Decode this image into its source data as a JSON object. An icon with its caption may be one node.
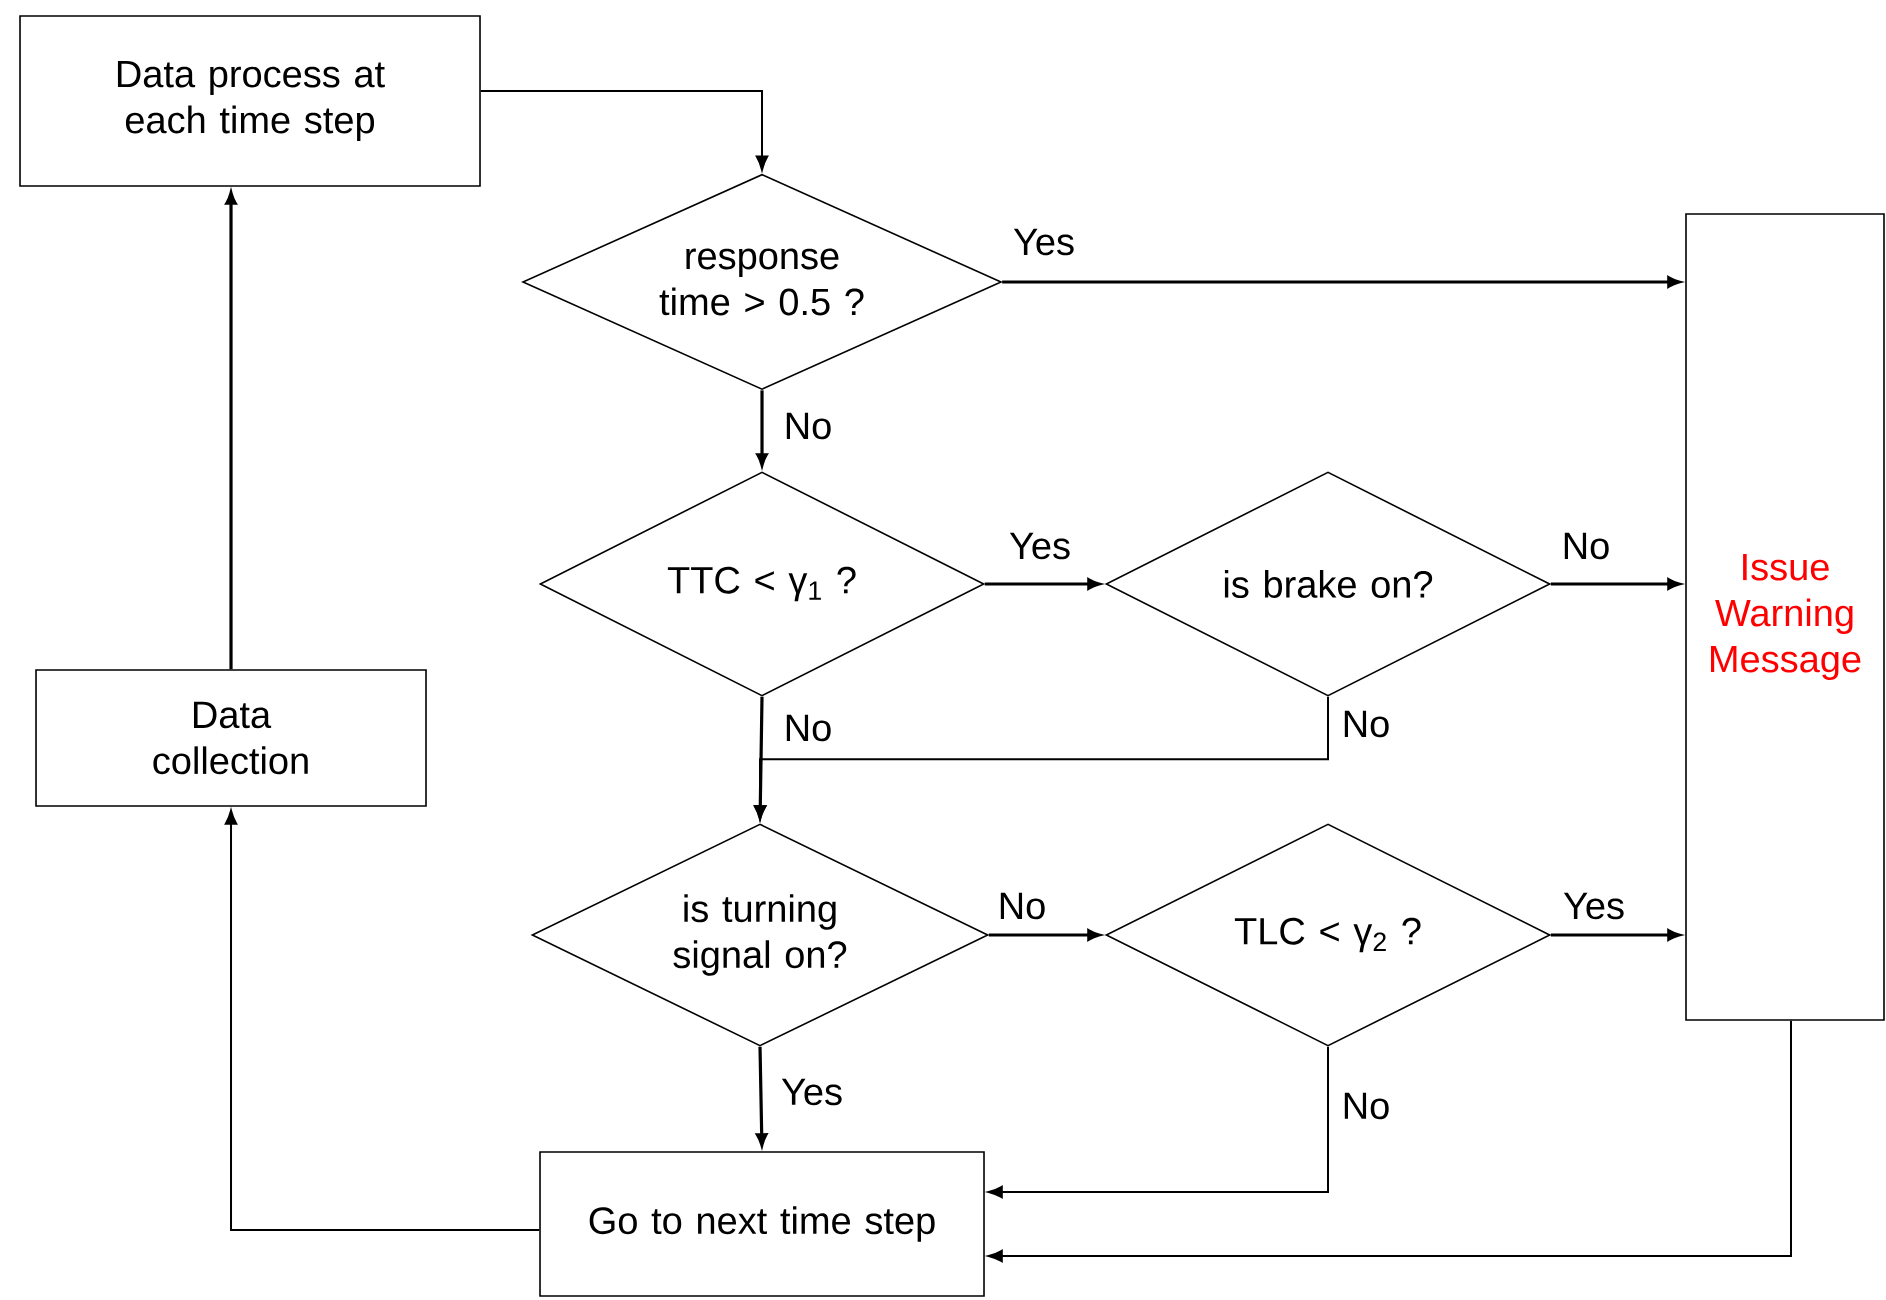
{
  "diagram": {
    "nodes": [
      {
        "text": [
          "Data process at each time step"
        ]
      },
      {
        "text": [
          "response time > 0.5 ?"
        ]
      },
      {
        "text": [
          "TTC < γ$_{1}$ ?"
        ]
      },
      {
        "text": [
          "is brake on?"
        ]
      },
      {
        "text": [
          "Issue Warning Message"
        ]
      },
      {
        "text": [
          "Data collection"
        ]
      },
      {
        "text": [
          "is turning signal on?"
        ]
      },
      {
        "text": [
          "TLC < γ$_{2}$ ?"
        ]
      },
      {
        "text": [
          "Go to next time step"
        ]
      }
    ],
    "edges": [
      {
        "from": 0,
        "to": 1,
        "arrow": "to"
      },
      {
        "from": 1,
        "to": 4,
        "arrow": "to",
        "label": "Yes"
      },
      {
        "from": 1,
        "to": 2,
        "arrow": "to",
        "label": "No"
      },
      {
        "from": 2,
        "to": 3,
        "arrow": "to",
        "label": "Yes"
      },
      {
        "from": 3,
        "to": 4,
        "arrow": "to",
        "label": "No"
      },
      {
        "from": 3,
        "to": 6,
        "arrow": "to",
        "label": "No"
      },
      {
        "from": 2,
        "to": 6,
        "arrow": "to",
        "label": "No"
      },
      {
        "from": 6,
        "to": 7,
        "arrow": "to",
        "label": "No"
      },
      {
        "from": 7,
        "to": 4,
        "arrow": "to",
        "label": "Yes"
      },
      {
        "from": 6,
        "to": 8,
        "arrow": "to",
        "label": "Yes"
      },
      {
        "from": 7,
        "to": 8,
        "arrow": "to",
        "label": "No"
      },
      {
        "from": 4,
        "to": 8,
        "arrow": "to"
      },
      {
        "from": 8,
        "to": 5,
        "arrow": "to"
      },
      {
        "from": 5,
        "to": 0,
        "arrow": "to"
      }
    ]
  }
}
